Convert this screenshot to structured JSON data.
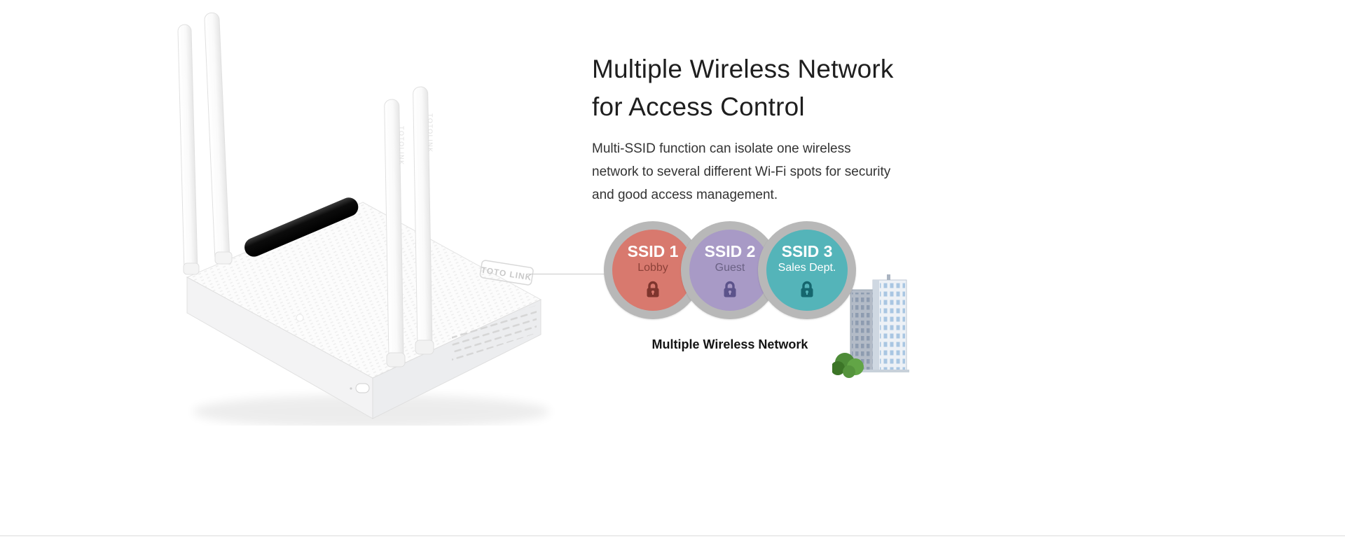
{
  "page": {
    "heading_line1": "Multiple Wireless Network",
    "heading_line2": "for Access Control",
    "paragraph": "Multi-SSID function can isolate one wireless network to several different Wi-Fi spots for security and good access management.",
    "caption": "Multiple Wireless Network"
  },
  "router": {
    "brand": "TOTO LINK",
    "antenna_label": "TOTOLINK"
  },
  "ssids": [
    {
      "label": "SSID 1",
      "sublabel": "Lobby",
      "icon": "lock-icon",
      "color": "#d8796e",
      "sublabel_color": "#8d4239",
      "lock_color": "#7e352d",
      "ring_color": "#b8b8b8"
    },
    {
      "label": "SSID 2",
      "sublabel": "Guest",
      "icon": "lock-icon",
      "color": "#a89ac6",
      "sublabel_color": "#6a6184",
      "lock_color": "#5c538b",
      "ring_color": "#b8b8b8"
    },
    {
      "label": "SSID 3",
      "sublabel": "Sales Dept.",
      "icon": "lock-icon",
      "color": "#54b4b9",
      "sublabel_color": "#ffffff",
      "lock_color": "#15666e",
      "ring_color": "#b8b8b8"
    }
  ],
  "colors": {
    "background": "#ffffff",
    "heading_text": "#1e1e1e",
    "body_text": "#333333",
    "connector_line": "#c9c9c9",
    "bottom_rule": "#dcdcdc"
  }
}
